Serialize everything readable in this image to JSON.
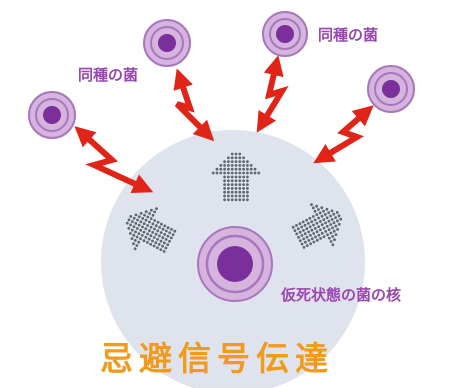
{
  "labels": {
    "same_species_left": "同種の菌",
    "same_species_right": "同種の菌",
    "dormant_nucleus": "仮死状態の菌の核",
    "title": "忌避信号伝達"
  },
  "colors": {
    "circle_bg": "#dfe3ee",
    "bacteria_outer": "#d5b4dd",
    "bacteria_ring": "#a975bf",
    "bacteria_core": "#7a2f9b",
    "arrow_red": "#e02418",
    "label_purple": "#9a47b2",
    "title_orange": "#f19a1c",
    "dots": "#5f6670"
  },
  "icons": {
    "bacteria": "bacterium-icon",
    "dot_arrows": "dotted-signal-arrow-icon",
    "red_arrows": "double-headed-zigzag-arrow-icon"
  }
}
